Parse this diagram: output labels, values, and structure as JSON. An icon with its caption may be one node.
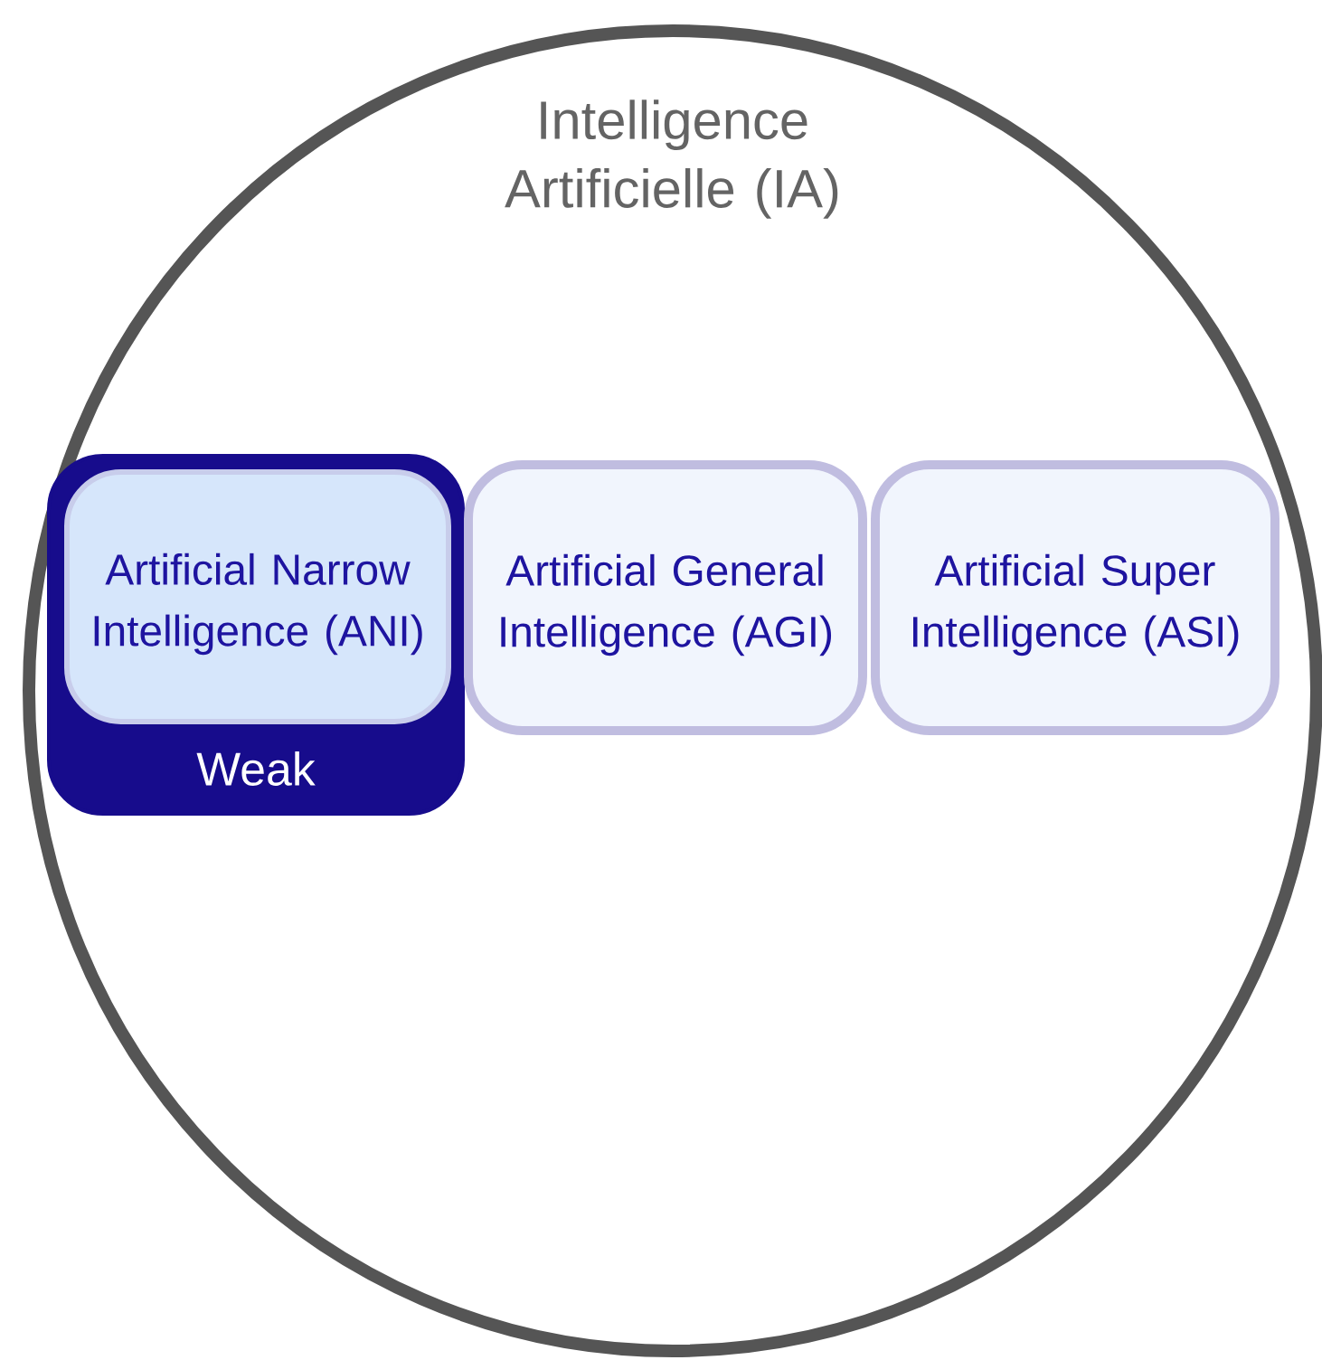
{
  "diagram": {
    "nodes": [
      {
        "text": [
          "Intelligence Artificielle (IA)"
        ]
      },
      {
        "text": [
          "Weak"
        ],
        "in": 0
      },
      {
        "text": [
          "Artificial Narrow Intelligence (ANI)"
        ],
        "in": 1
      },
      {
        "text": [
          "Artificial General Intelligence (AGI)"
        ],
        "in": 0
      },
      {
        "text": [
          "Artificial Super Intelligence (ASI)"
        ],
        "in": 0
      }
    ]
  }
}
